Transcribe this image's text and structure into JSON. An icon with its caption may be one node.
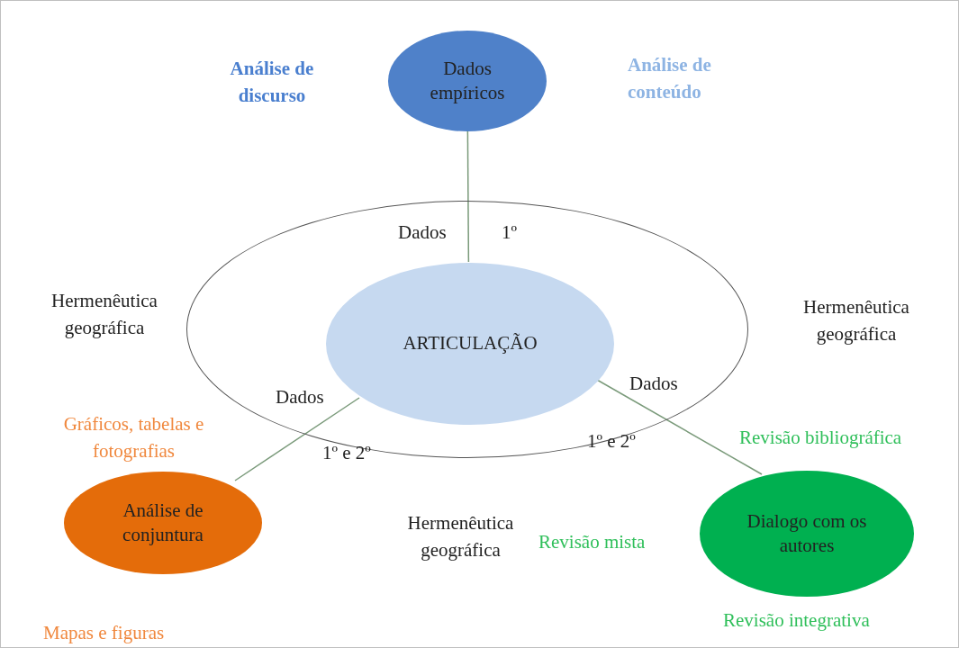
{
  "diagram": {
    "nodes": [
      {
        "text": [
          "Dados empíricos"
        ]
      },
      {
        "text": [],
        "shape": "ellipse"
      },
      {
        "text": [
          "ARTICULAÇÃO"
        ],
        "in": 1
      },
      {
        "text": [
          "Análise de conjuntura"
        ]
      },
      {
        "text": [
          "Dialogo com os autores"
        ]
      }
    ],
    "edges": [
      {
        "from": 0,
        "to": 2,
        "arrow": "none"
      },
      {
        "from": 2,
        "to": 3,
        "arrow": "none"
      },
      {
        "from": 2,
        "to": 4,
        "arrow": "none"
      }
    ],
    "labels": [
      "Análise de discurso",
      "Análise de conteúdo",
      "Dados",
      "1º",
      "Hermenêutica geográfica",
      "Hermenêutica geográfica",
      "Dados",
      "Dados",
      "Gráficos, tabelas e fotografias",
      "1º e 2º",
      "1º e 2º",
      "Revisão bibliográfica",
      "Hermenêutica geográfica",
      "Revisão mista",
      "Revisão integrativa",
      "Mapas e figuras"
    ]
  }
}
